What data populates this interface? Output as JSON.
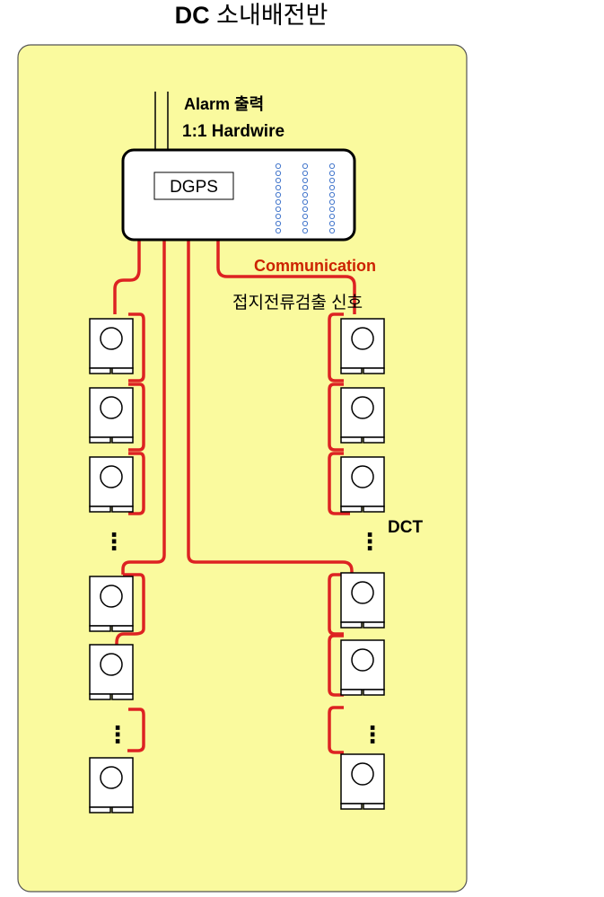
{
  "title": {
    "bold": "DC",
    "rest": " 소내배전반"
  },
  "alarm_label": "Alarm 출력",
  "hardwire_label": "1:1 Hardwire",
  "device_label": "DGPS",
  "communication_label": "Communication",
  "detection_label": "접지전류검출 신호",
  "dct_label": "DCT",
  "ellipsis": "⋮",
  "colors": {
    "panel_fill": "#fafa9e",
    "panel_stroke": "#555555",
    "wire": "#dd2222",
    "comm_text": "#cc2200",
    "led": "#4477cc"
  },
  "icons": {
    "sensor": "current-transformer-icon",
    "led": "led-indicator-icon"
  }
}
